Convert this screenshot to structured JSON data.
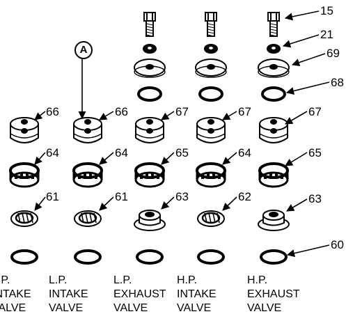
{
  "callout": "A",
  "part_numbers": {
    "p15": "15",
    "p21": "21",
    "p69": "69",
    "p68": "68",
    "p60": "60",
    "r66a": "66",
    "r66b": "66",
    "r67a": "67",
    "r67b": "67",
    "r67c": "67",
    "r64a": "64",
    "r64b": "64",
    "r65a": "65",
    "r64c": "64",
    "r65b": "65",
    "r61a": "61",
    "r61b": "61",
    "r63a": "63",
    "r62": "62",
    "r63b": "63"
  },
  "columns": [
    {
      "line1": "L.P.",
      "line2": "INTAKE",
      "line3": "VALVE"
    },
    {
      "line1": "L.P.",
      "line2": "INTAKE",
      "line3": "VALVE"
    },
    {
      "line1": "L.P.",
      "line2": "EXHAUST",
      "line3": "VALVE"
    },
    {
      "line1": "H.P.",
      "line2": "INTAKE",
      "line3": "VALVE"
    },
    {
      "line1": "H.P.",
      "line2": "EXHAUST",
      "line3": "VALVE"
    }
  ]
}
